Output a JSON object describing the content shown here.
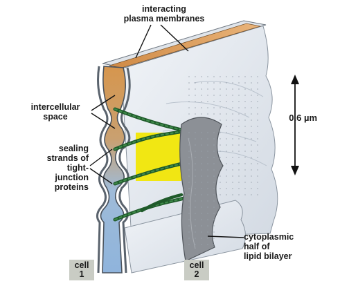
{
  "labels": {
    "membranes": [
      "interacting",
      "plasma membranes"
    ],
    "space": [
      "intercellular",
      "space"
    ],
    "strands": [
      "sealing",
      "strands of",
      "tight-",
      "junction",
      "proteins"
    ],
    "scale": "0.6 µm",
    "bilayer": [
      "cytoplasmic",
      "half of",
      "lipid bilayer"
    ],
    "cell1": [
      "cell",
      "1"
    ],
    "cell2": [
      "cell",
      "2"
    ]
  },
  "colors": {
    "membrane_face": "#e9edf3",
    "membrane_shadow": "#bcc4cf",
    "intercellular_top": "#d6964e",
    "intercellular_bottom": "#8fb4dc",
    "highlight_square": "#f2e600",
    "strand": "#1f5a2a",
    "bilayer_half": "#8c9096",
    "cell_tag": "#c9ccc4"
  }
}
